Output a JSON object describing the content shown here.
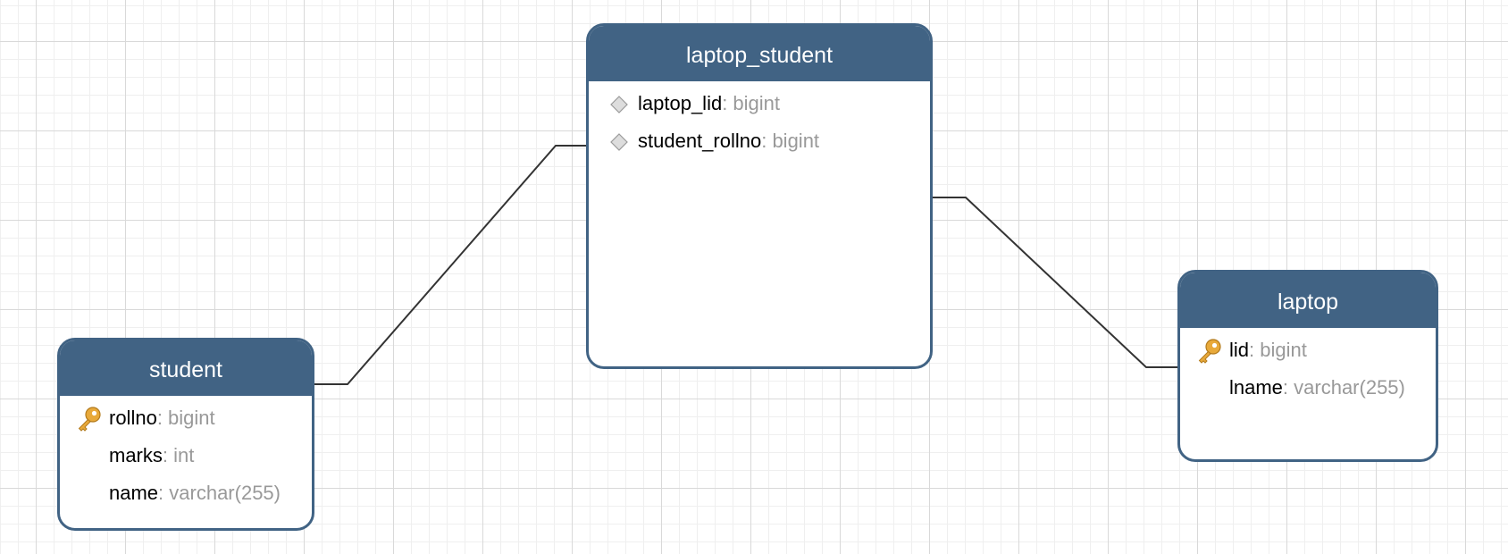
{
  "entities": [
    {
      "name": "student",
      "fields": [
        {
          "name": "rollno",
          "type": ": bigint",
          "icon": "primary-key-icon"
        },
        {
          "name": "marks",
          "type": ": int",
          "icon": null
        },
        {
          "name": "name",
          "type": ": varchar(255)",
          "icon": null
        }
      ]
    },
    {
      "name": "laptop_student",
      "fields": [
        {
          "name": "laptop_lid",
          "type": ": bigint",
          "icon": "foreign-key-icon"
        },
        {
          "name": "student_rollno",
          "type": ": bigint",
          "icon": "foreign-key-icon"
        }
      ]
    },
    {
      "name": "laptop",
      "fields": [
        {
          "name": "lid",
          "type": ": bigint",
          "icon": "primary-key-icon"
        },
        {
          "name": "lname",
          "type": ": varchar(255)",
          "icon": null
        }
      ]
    }
  ],
  "relationships": [
    {
      "from": "student",
      "to": "laptop_student"
    },
    {
      "from": "laptop_student",
      "to": "laptop"
    }
  ],
  "colors": {
    "header": "#416384",
    "header_text": "#ffffff",
    "field_type": "#999999",
    "connector": "#333333",
    "key": "#e8a93a"
  }
}
